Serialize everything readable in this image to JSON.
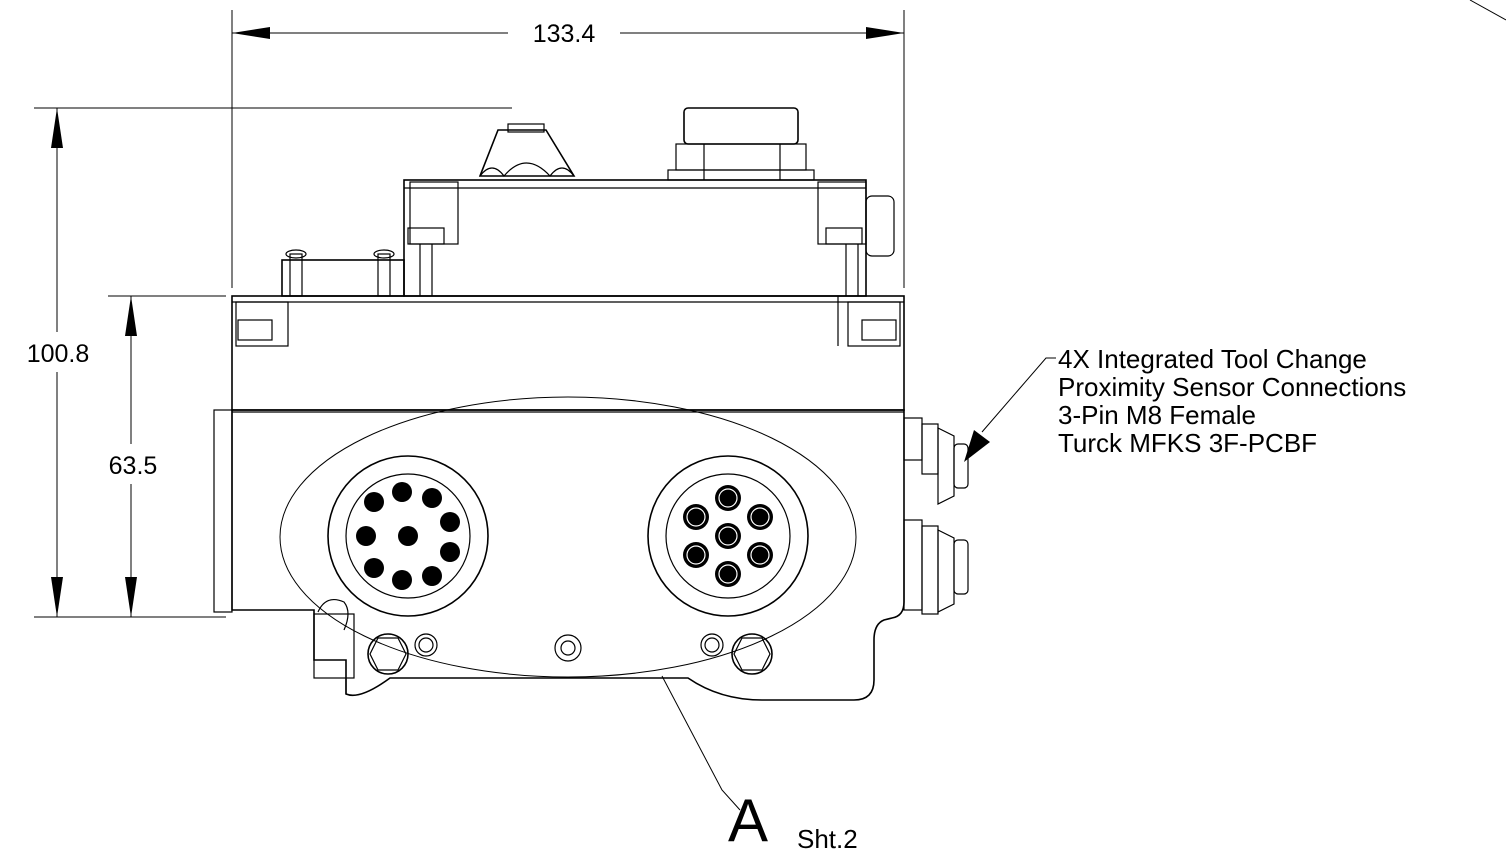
{
  "dimensions": {
    "width_overall": "133.4",
    "height_overall": "100.8",
    "height_body": "63.5"
  },
  "note": {
    "line1": "4X Integrated Tool Change",
    "line2": "Proximity Sensor Connections",
    "line3": "3-Pin M8 Female",
    "line4": "Turck MFKS 3F-PCBF"
  },
  "detail_callout": {
    "letter": "A",
    "sheet": "Sht.2"
  }
}
